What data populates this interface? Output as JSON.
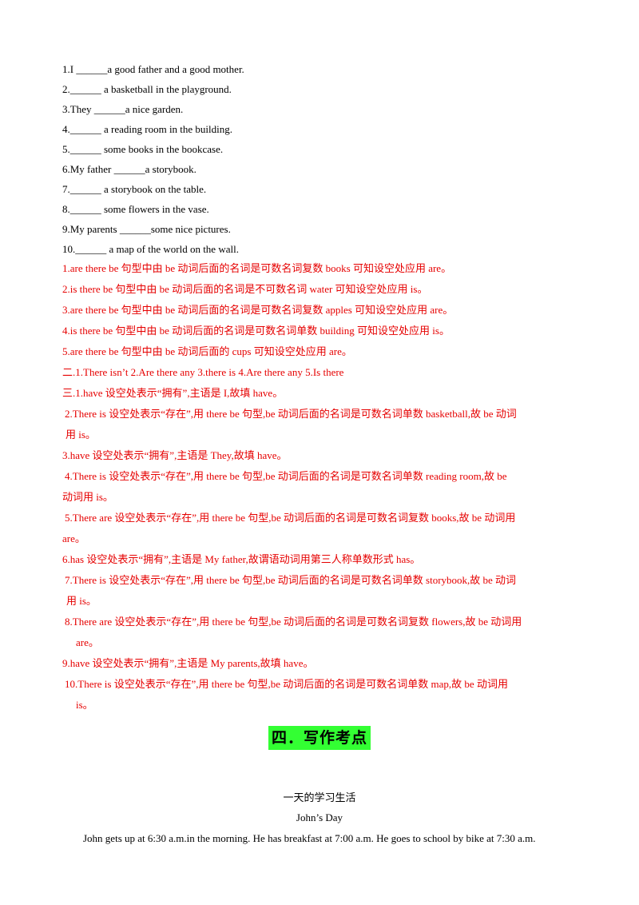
{
  "questions": [
    "1.I  ______a good father and a good mother.",
    "2.______  a basketball in the playground.",
    "3.They  ______a nice garden.",
    "4.______  a reading room in the building.",
    "5.______  some books in the bookcase.",
    "6.My father  ______a storybook.",
    "7.______  a storybook on the table.",
    "8.______  some flowers in the vase.",
    "9.My parents  ______some nice pictures.",
    "10.______  a map of the world on the wall."
  ],
  "answers": {
    "a1": "1.are    there be 句型中由 be 动词后面的名词是可数名词复数 books 可知设空处应用 are。",
    "a2": "2.is    there be 句型中由 be 动词后面的名词是不可数名词 water 可知设空处应用 is。",
    "a3": "3.are    there be 句型中由 be 动词后面的名词是可数名词复数 apples 可知设空处应用 are。",
    "a4": "4.is    there be 句型中由 be 动词后面的名词是可数名词单数 building 可知设空处应用 is。",
    "a5": "5.are    there be 句型中由 be 动词后面的 cups 可知设空处应用 are。",
    "b1": "二.1.There isn’t    2.Are there any    3.there is    4.Are there any    5.Is there",
    "c1": "三.1.have    设空处表示“拥有”,主语是 I,故填 have。",
    "c2a": "2.There is    设空处表示“存在”,用 there be 句型,be 动词后面的名词是可数名词单数 basketball,故 be 动词",
    "c2b": "用 is。",
    "c3": "3.have    设空处表示“拥有”,主语是 They,故填 have。",
    "c4a": "4.There is    设空处表示“存在”,用 there be 句型,be 动词后面的名词是可数名词单数 reading room,故 be",
    "c4b": "动词用 is。",
    "c5a": "5.There are    设空处表示“存在”,用 there be 句型,be 动词后面的名词是可数名词复数 books,故 be 动词用",
    "c5b": "are。",
    "c6": "6.has    设空处表示“拥有”,主语是 My father,故谓语动词用第三人称单数形式 has。",
    "c7a": "7.There is    设空处表示“存在”,用 there be 句型,be 动词后面的名词是可数名词单数 storybook,故 be 动词",
    "c7b": "用 is。",
    "c8a": "8.There are    设空处表示“存在”,用 there be 句型,be 动词后面的名词是可数名词复数 flowers,故 be 动词用",
    "c8b": "are。",
    "c9": "9.have    设空处表示“拥有”,主语是 My parents,故填 have。",
    "c10a": "10.There is    设空处表示“存在”,用 there be 句型,be 动词后面的名词是可数名词单数 map,故 be 动词用",
    "c10b": "is。"
  },
  "section_heading": "四．写作考点",
  "essay": {
    "title": "一天的学习生活",
    "subtitle": "John’s Day",
    "paragraph": "John gets up at 6:30 a.m.in the morning. He has breakfast at 7:00 a.m. He goes to school by bike at 7:30 a.m."
  }
}
